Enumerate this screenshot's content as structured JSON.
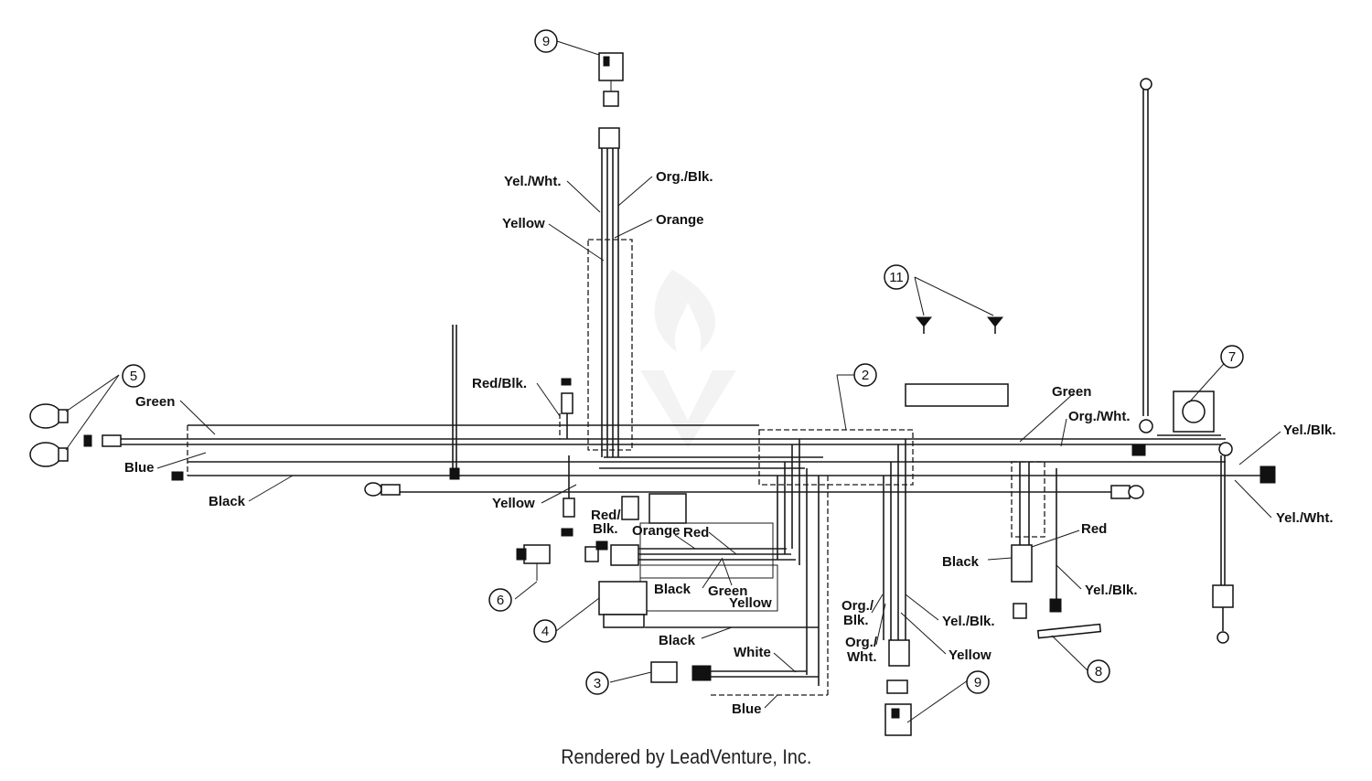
{
  "labels": {
    "yel_wht_top": "Yel./Wht.",
    "org_blk_top": "Org./Blk.",
    "yellow_top": "Yellow",
    "orange_top": "Orange",
    "red_blk_left": "Red/Blk.",
    "green_left": "Green",
    "blue_left": "Blue",
    "black_left": "Black",
    "yellow_mid": "Yellow",
    "red_blk_mid_1": "Red/",
    "red_blk_mid_2": "Blk.",
    "orange_mid": "Orange",
    "red_mid": "Red",
    "yellow_box": "Yellow",
    "black_mid": "Black",
    "green_mid": "Green",
    "black_low": "Black",
    "white_low": "White",
    "blue_low": "Blue",
    "green_right": "Green",
    "org_wht_right": "Org./Wht.",
    "yel_blk_right": "Yel./Blk.",
    "yel_wht_right": "Yel./Wht.",
    "red_right": "Red",
    "black_right": "Black",
    "yel_blk_right_low": "Yel./Blk.",
    "org_blk_low_1": "Org./",
    "org_blk_low_2": "Blk.",
    "org_wht_low_1": "Org./",
    "org_wht_low_2": "Wht.",
    "yel_blk_low": "Yel./Blk.",
    "yellow_low": "Yellow"
  },
  "callouts": {
    "c2": "2",
    "c3": "3",
    "c4": "4",
    "c5": "5",
    "c6": "6",
    "c7": "7",
    "c8": "8",
    "c9_top": "9",
    "c9_bottom": "9",
    "c11": "11"
  },
  "footer": "Rendered by LeadVenture, Inc."
}
